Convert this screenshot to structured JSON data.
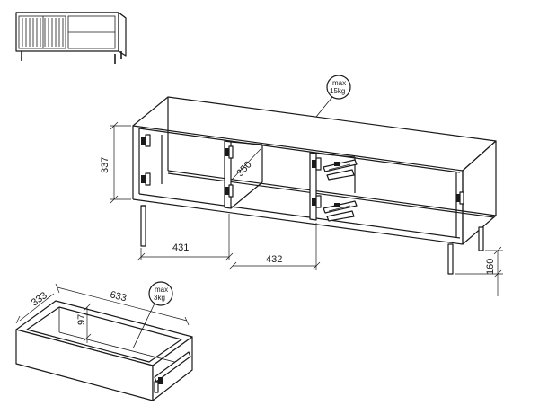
{
  "dimensions": {
    "height_337": "337",
    "inner_width_350": "350",
    "left_bay_431": "431",
    "middle_bay_432": "432",
    "leg_height_160": "160",
    "drawer_depth_333": "333",
    "drawer_width_633": "633",
    "drawer_height_97": "97"
  },
  "load_labels": {
    "shelf": {
      "line1": "max",
      "line2": "15kg"
    },
    "drawer": {
      "line1": "max",
      "line2": "3kg"
    }
  }
}
